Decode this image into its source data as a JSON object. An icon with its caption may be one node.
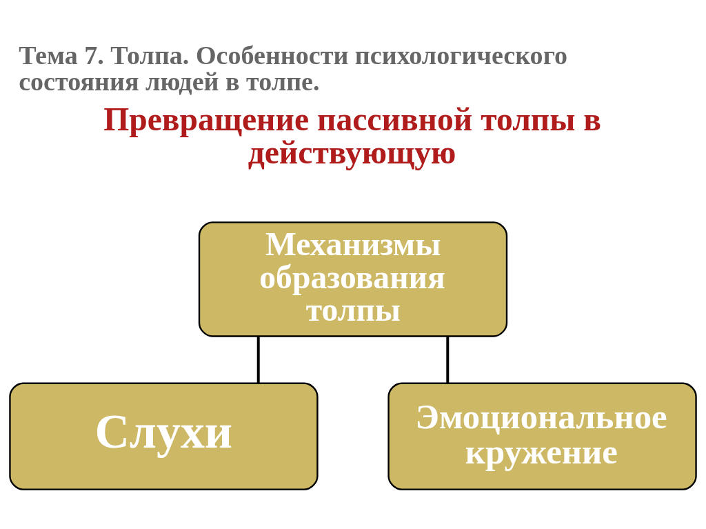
{
  "diagram": {
    "title": "Тема 7. Толпа. Особенности психологического состояния людей в толпе.",
    "nodes": [
      {
        "text": [
          "Механизмы образования толпы"
        ]
      },
      {
        "text": [
          "Слухи"
        ]
      },
      {
        "text": [
          "Эмоциональное кружение"
        ]
      }
    ],
    "edges": [
      {
        "from": 0,
        "to": 1,
        "arrow": "none"
      },
      {
        "from": 0,
        "to": 2,
        "arrow": "none"
      }
    ],
    "labels": [
      "Превращение пассивной толпы в действующую"
    ]
  }
}
